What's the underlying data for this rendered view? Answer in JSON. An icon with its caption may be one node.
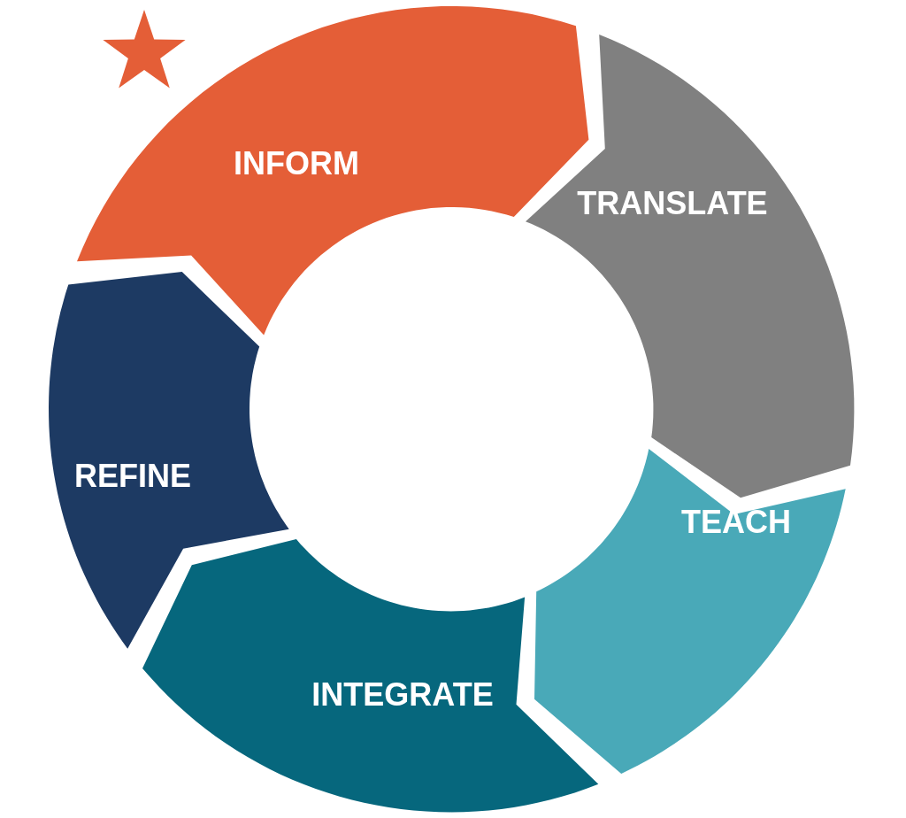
{
  "diagram": {
    "nodes": [
      {
        "text": [
          "INFORM"
        ]
      },
      {
        "text": [
          "TRANSLATE"
        ]
      },
      {
        "text": [
          "TEACH"
        ]
      },
      {
        "text": [
          "INTEGRATE"
        ]
      },
      {
        "text": [
          "REFINE"
        ]
      }
    ]
  }
}
